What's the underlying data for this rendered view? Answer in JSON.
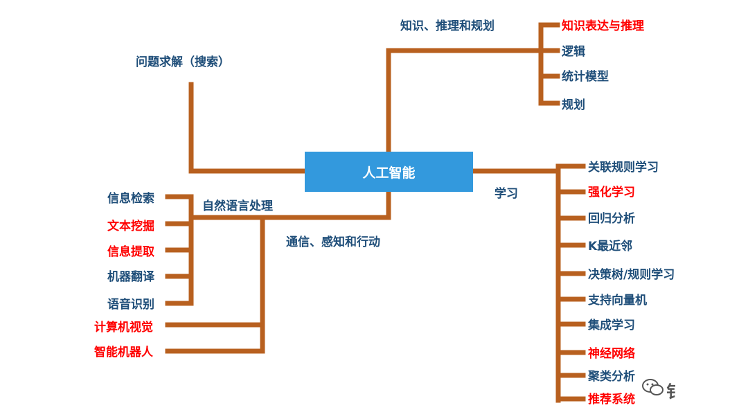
{
  "center": {
    "label": "人工智能"
  },
  "colors": {
    "line": "#b8601f",
    "center_fill": "#3399dd",
    "normal_text": "#1f4e79",
    "highlight_text": "#ff0000"
  },
  "branches": {
    "search": {
      "label": "问题求解（搜索）"
    },
    "knowledge": {
      "label": "知识、推理和规划",
      "items": [
        {
          "label": "知识表达与推理",
          "highlight": true
        },
        {
          "label": "逻辑",
          "highlight": false
        },
        {
          "label": "统计模型",
          "highlight": false
        },
        {
          "label": "规划",
          "highlight": false
        }
      ]
    },
    "communication": {
      "label": "通信、感知和行动",
      "nlp": {
        "label": "自然语言处理",
        "items": [
          {
            "label": "信息检索",
            "highlight": false
          },
          {
            "label": "文本挖掘",
            "highlight": true
          },
          {
            "label": "信息提取",
            "highlight": true
          },
          {
            "label": "机器翻译",
            "highlight": false
          },
          {
            "label": "语音识别",
            "highlight": false
          }
        ]
      },
      "others": [
        {
          "label": "计算机视觉",
          "highlight": true
        },
        {
          "label": "智能机器人",
          "highlight": true
        }
      ]
    },
    "learning": {
      "label": "学习",
      "items": [
        {
          "label": "关联规则学习",
          "highlight": false
        },
        {
          "label": "强化学习",
          "highlight": true
        },
        {
          "label": "回归分析",
          "highlight": false
        },
        {
          "label": "K最近邻",
          "highlight": false
        },
        {
          "label": "决策树/规则学习",
          "highlight": false
        },
        {
          "label": "支持向量机",
          "highlight": false
        },
        {
          "label": "集成学习",
          "highlight": false
        },
        {
          "label": "神经网络",
          "highlight": true
        },
        {
          "label": "聚类分析",
          "highlight": false
        },
        {
          "label": "推荐系统",
          "highlight": true
        }
      ]
    }
  },
  "watermark": {
    "icon": "wechat-icon",
    "text": "钅"
  }
}
